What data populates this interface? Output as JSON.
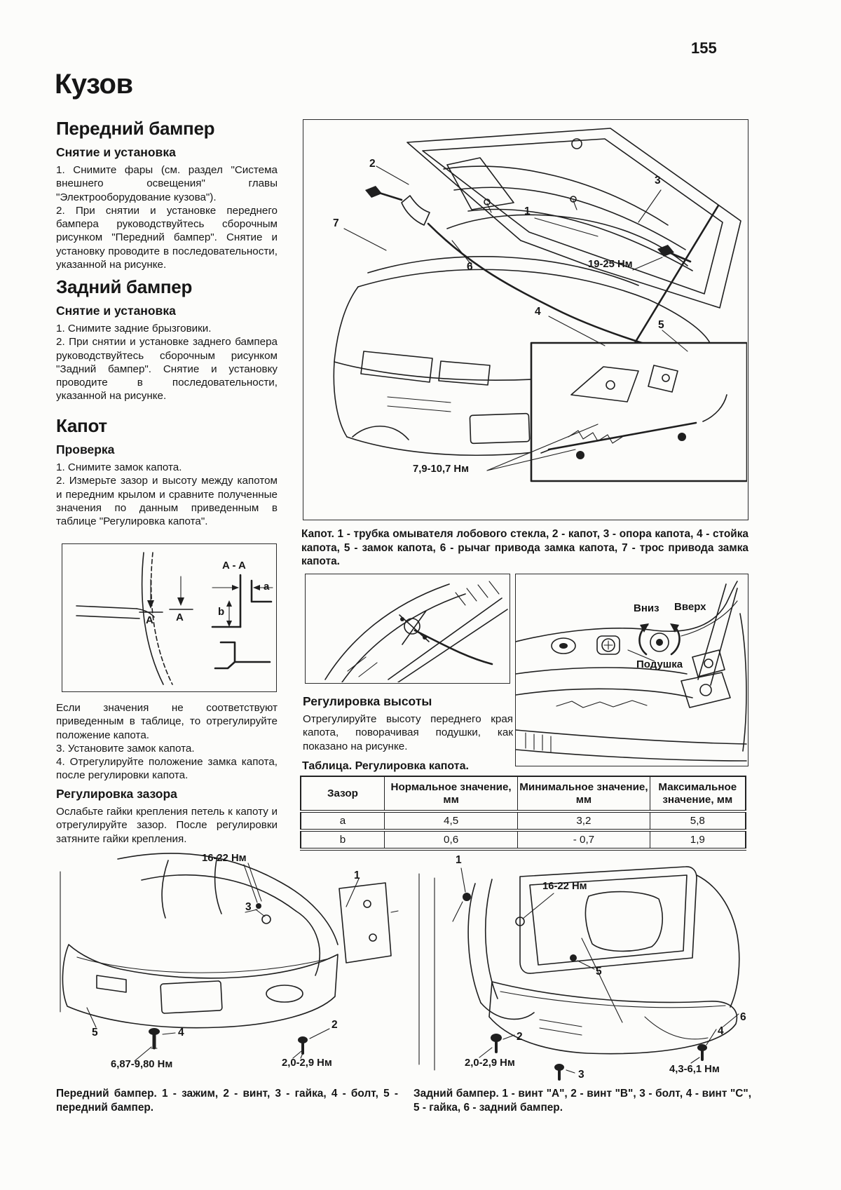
{
  "page": {
    "number": "155",
    "title": "Кузов"
  },
  "left_column": {
    "front_bumper": {
      "heading": "Передний бампер",
      "subheading": "Снятие и установка",
      "paragraphs": [
        "1. Снимите фары (см. раздел \"Система внешнего освещения\" главы \"Электрооборудование кузова\").",
        "2. При снятии и установке переднего бампера руководствуйтесь сборочным рисунком \"Передний бампер\". Снятие и установку проводите в последовательности, указанной на рисунке."
      ]
    },
    "rear_bumper": {
      "heading": "Задний бампер",
      "subheading": "Снятие и установка",
      "paragraphs": [
        "1. Снимите задние брызговики.",
        "2. При снятии и установке заднего бампера руководствуйтесь сборочным рисунком \"Задний бампер\". Снятие и установку проводите в последовательности, указанной на рисунке."
      ]
    },
    "hood": {
      "heading": "Капот",
      "subheading": "Проверка",
      "paragraphs": [
        "1. Снимите замок капота.",
        "2. Измерьте зазор и высоту между капотом и передним крылом и сравните полученные значения по данным приведенным в таблице \"Регулировка капота\"."
      ]
    },
    "aa_figure": {
      "section_label": "A - A",
      "dim_a": "a",
      "dim_b": "b",
      "arrow_left": "A",
      "arrow_right": "A"
    },
    "after_figure": [
      "Если значения не соответствуют приведенным в таблице, то отрегулируйте положение капота.",
      "3. Установите замок капота.",
      "4. Отрегулируйте положение замка капота, после регулировки капота."
    ],
    "gap_adjust": {
      "heading": "Регулировка зазора",
      "text": "Ослабьте гайки крепления петель к капоту и отрегулируйте зазор. После регулировки затяните гайки крепления."
    }
  },
  "hood_figure": {
    "callouts": {
      "c1": "1",
      "c2": "2",
      "c3": "3",
      "c4": "4",
      "c5": "5",
      "c6": "6",
      "c7": "7"
    },
    "torque_hinge": "19-25 Нм",
    "torque_lock": "7,9-10,7 Нм",
    "caption": "Капот. 1 - трубка омывателя лобового стекла, 2 - капот, 3 - опора капота, 4 - стойка капота, 5 - замок капота, 6 - рычаг привода замка капота, 7 - трос привода замка капота."
  },
  "height_figure": {
    "down_label": "Вниз",
    "up_label": "Вверх",
    "cushion_label": "Подушка"
  },
  "height_adjust": {
    "heading": "Регулировка высоты",
    "text": "Отрегулируйте высоту переднего края капота, поворачивая подушки, как показано на рисунке."
  },
  "hood_table": {
    "caption": "Таблица. Регулировка капота.",
    "headers": [
      "Зазор",
      "Нормальное значение, мм",
      "Минимальное значение, мм",
      "Максимальное значение, мм"
    ],
    "rows": [
      {
        "gap": "a",
        "normal": "4,5",
        "min": "3,2",
        "max": "5,8"
      },
      {
        "gap": "b",
        "normal": "0,6",
        "min": "- 0,7",
        "max": "1,9"
      }
    ]
  },
  "front_bumper_figure": {
    "callouts": {
      "c1": "1",
      "c2": "2",
      "c3": "3",
      "c4": "4",
      "c5": "5"
    },
    "torque_top": "16-22 Нм",
    "torque_bolt": "6,87-9,80 Нм",
    "torque_screw": "2,0-2,9 Нм",
    "caption": "Передний бампер. 1 - зажим, 2 - винт, 3 - гайка, 4 - болт, 5 - передний бампер."
  },
  "rear_bumper_figure": {
    "callouts": {
      "c1": "1",
      "c2": "2",
      "c3": "3",
      "c4": "4",
      "c5": "5",
      "c6": "6"
    },
    "torque_top": "16-22 Нм",
    "torque_screw": "2,0-2,9 Нм",
    "torque_bolt": "4,3-6,1 Нм",
    "caption": "Задний бампер. 1 - винт \"А\", 2 - винт \"В\", 3 - болт, 4 - винт \"С\", 5 - гайка, 6 - задний бампер."
  }
}
